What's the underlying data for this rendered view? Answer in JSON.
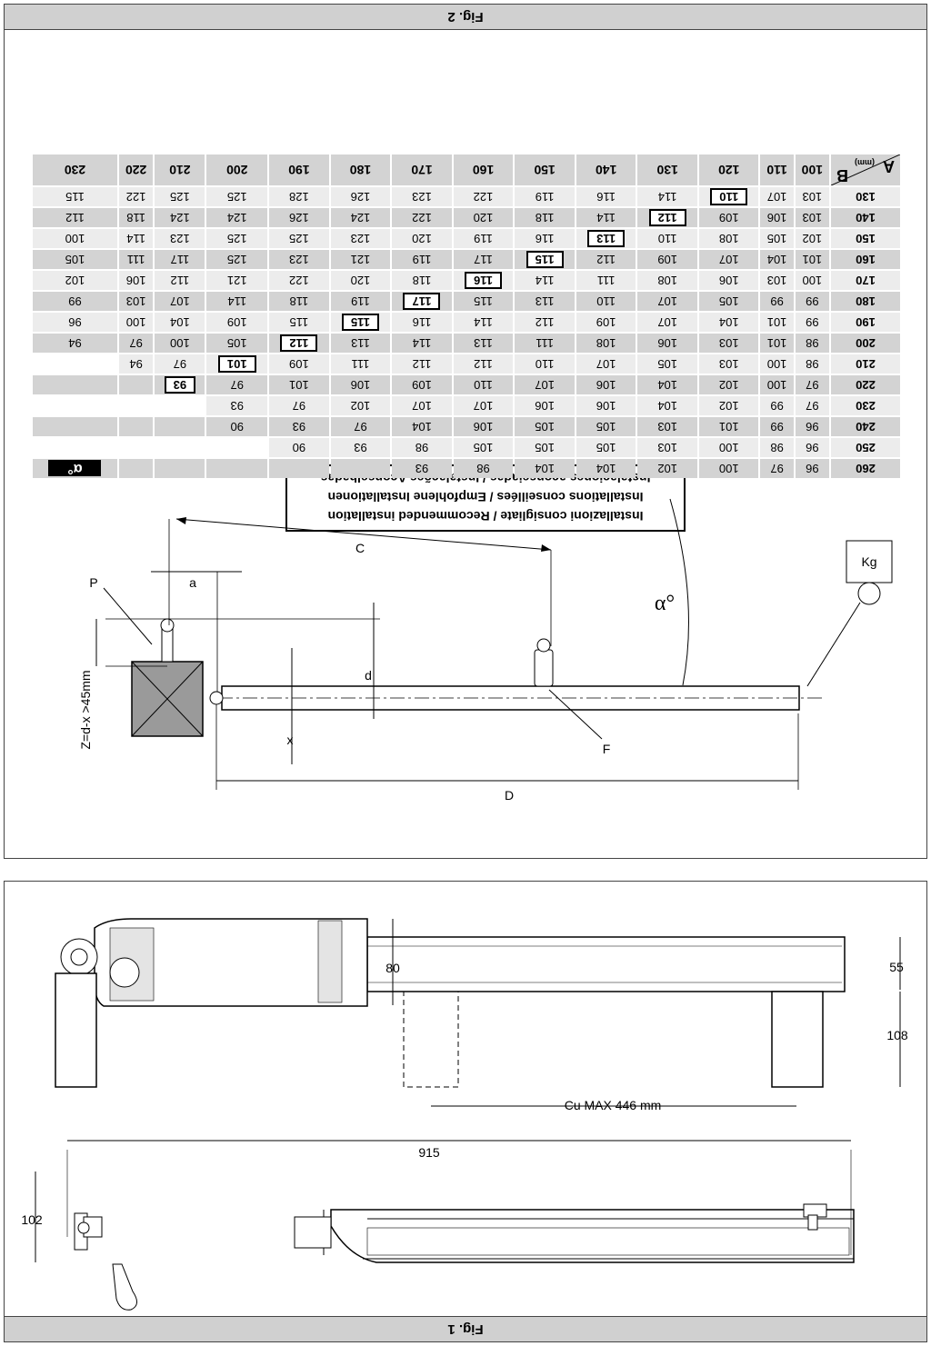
{
  "figures": {
    "fig1_label": "Fig. 1",
    "fig2_label": "Fig. 2"
  },
  "installation_box": {
    "line1": "Installazioni consigliate / Recommended installation",
    "line2": "Installations conseillées / Empfohlene Installationen",
    "line3": "Instalaciones aconsejadas / Instalações Aconselhadas"
  },
  "table": {
    "a_label": "A",
    "b_label": "B",
    "unit_label": "(mm)",
    "alpha_label": "α°",
    "a_values": [
      "100",
      "110",
      "120",
      "130",
      "140",
      "150",
      "160",
      "170",
      "180",
      "190",
      "200",
      "210",
      "220",
      "230"
    ],
    "rows": [
      {
        "b": "130",
        "values": [
          "103",
          "107",
          "110",
          "114",
          "116",
          "119",
          "122",
          "123",
          "126",
          "128",
          "125",
          "125",
          "122",
          "115"
        ],
        "highlight": 2
      },
      {
        "b": "140",
        "values": [
          "103",
          "106",
          "109",
          "112",
          "114",
          "118",
          "120",
          "122",
          "124",
          "126",
          "124",
          "124",
          "118",
          "112"
        ],
        "highlight": 3
      },
      {
        "b": "150",
        "values": [
          "102",
          "105",
          "108",
          "110",
          "113",
          "116",
          "119",
          "120",
          "123",
          "125",
          "125",
          "123",
          "114",
          "100"
        ],
        "highlight": 4
      },
      {
        "b": "160",
        "values": [
          "101",
          "104",
          "107",
          "109",
          "112",
          "115",
          "117",
          "119",
          "121",
          "123",
          "125",
          "117",
          "111",
          "105"
        ],
        "highlight": 5
      },
      {
        "b": "170",
        "values": [
          "100",
          "103",
          "106",
          "108",
          "111",
          "114",
          "116",
          "118",
          "120",
          "122",
          "121",
          "112",
          "106",
          "102"
        ],
        "highlight": 6
      },
      {
        "b": "180",
        "values": [
          "99",
          "99",
          "105",
          "107",
          "110",
          "113",
          "115",
          "117",
          "119",
          "118",
          "114",
          "107",
          "103",
          "99"
        ],
        "highlight": 7
      },
      {
        "b": "190",
        "values": [
          "99",
          "101",
          "104",
          "107",
          "109",
          "112",
          "114",
          "116",
          "115",
          "115",
          "109",
          "104",
          "100",
          "96"
        ],
        "highlight": 8
      },
      {
        "b": "200",
        "values": [
          "98",
          "101",
          "103",
          "106",
          "108",
          "111",
          "113",
          "114",
          "113",
          "112",
          "105",
          "100",
          "97",
          "94"
        ],
        "highlight": 9
      },
      {
        "b": "210",
        "values": [
          "98",
          "100",
          "103",
          "105",
          "107",
          "110",
          "112",
          "112",
          "111",
          "109",
          "101",
          "97",
          "94",
          ""
        ],
        "highlight": 10
      },
      {
        "b": "220",
        "values": [
          "97",
          "100",
          "102",
          "104",
          "106",
          "107",
          "110",
          "109",
          "106",
          "101",
          "97",
          "93",
          "",
          ""
        ],
        "highlight": 11
      },
      {
        "b": "230",
        "values": [
          "97",
          "99",
          "102",
          "104",
          "106",
          "106",
          "107",
          "107",
          "102",
          "97",
          "93",
          "",
          "",
          ""
        ],
        "highlight": -1
      },
      {
        "b": "240",
        "values": [
          "96",
          "99",
          "101",
          "103",
          "105",
          "105",
          "106",
          "104",
          "97",
          "93",
          "90",
          "",
          "",
          ""
        ],
        "highlight": -1
      },
      {
        "b": "250",
        "values": [
          "96",
          "98",
          "100",
          "103",
          "105",
          "105",
          "105",
          "98",
          "93",
          "90",
          "",
          "",
          "",
          ""
        ],
        "highlight": -1
      },
      {
        "b": "260",
        "values": [
          "96",
          "97",
          "100",
          "102",
          "104",
          "104",
          "98",
          "93",
          "",
          "",
          "",
          "",
          "",
          ""
        ],
        "highlight": -1
      }
    ]
  },
  "fig2_labels": {
    "C": "C",
    "a": "a",
    "P": "P",
    "alpha": "α°",
    "kg": "Kg",
    "d": "d",
    "x": "x",
    "F": "F",
    "D": "D",
    "Z": "Z=d-x >45mm"
  },
  "fig1_dims": {
    "d80": "80",
    "d55": "55",
    "d108": "108",
    "cu": "Cu MAX 446 mm",
    "d915": "915",
    "d102": "102"
  }
}
